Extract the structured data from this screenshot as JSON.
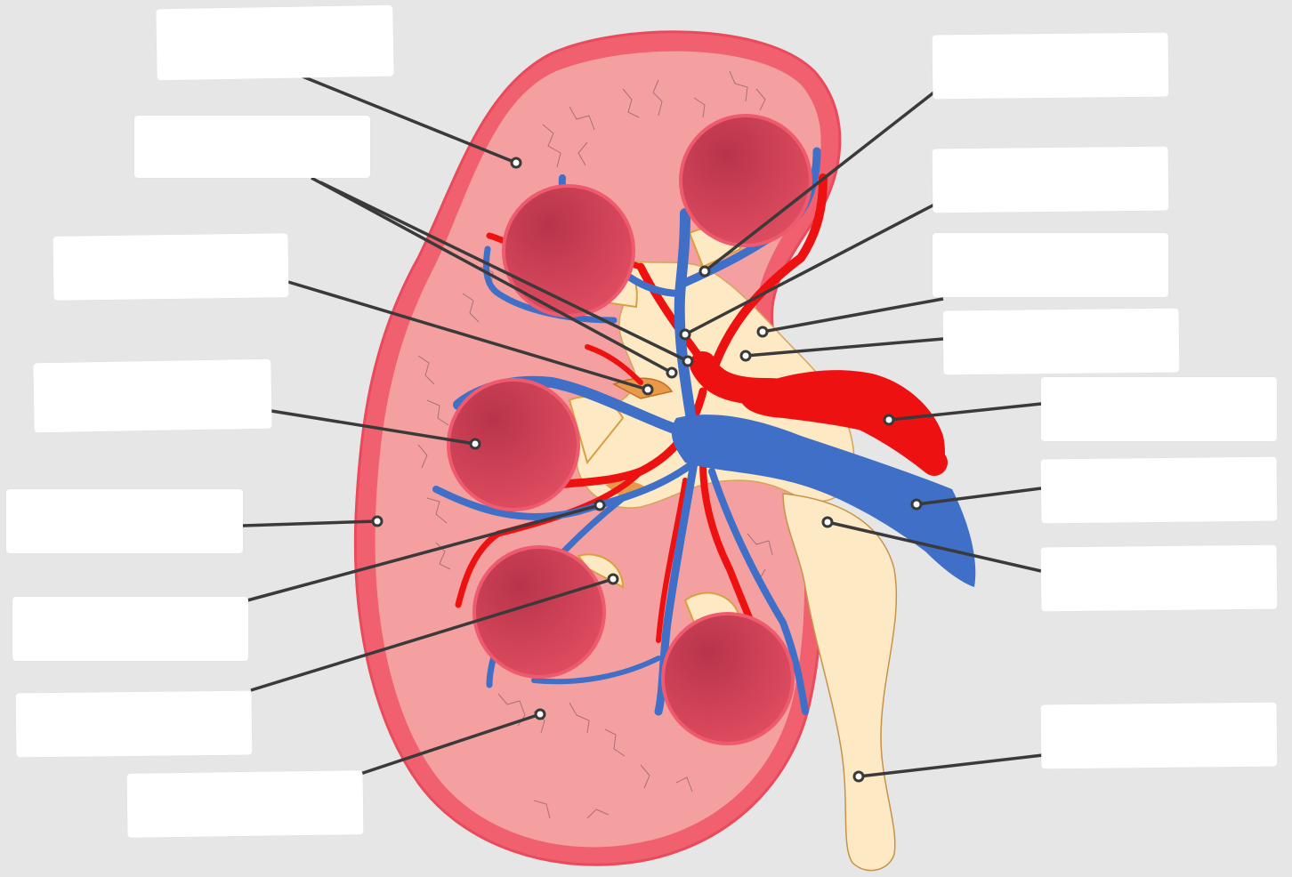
{
  "diagram": {
    "colors": {
      "background": "#e6e6e6",
      "capsule": "#f0606e",
      "cortex": "#f4a0a0",
      "medulla_pyramid": "#d94458",
      "artery": "#ee1111",
      "vein": "#3f6fc6",
      "pelvis_ureter": "#fde9c4",
      "calyx": "#e89a4a",
      "leader_line": "#3a3a3a",
      "label_box": "#ffffff"
    },
    "labels": [
      {
        "id": "L1",
        "text": ""
      },
      {
        "id": "L2",
        "text": ""
      },
      {
        "id": "L3",
        "text": ""
      },
      {
        "id": "L4",
        "text": ""
      },
      {
        "id": "L5",
        "text": ""
      },
      {
        "id": "L6",
        "text": ""
      },
      {
        "id": "L7",
        "text": ""
      },
      {
        "id": "L8",
        "text": ""
      },
      {
        "id": "R1",
        "text": ""
      },
      {
        "id": "R2",
        "text": ""
      },
      {
        "id": "R3",
        "text": ""
      },
      {
        "id": "R4",
        "text": ""
      },
      {
        "id": "R5",
        "text": ""
      },
      {
        "id": "R6",
        "text": ""
      },
      {
        "id": "R7",
        "text": ""
      },
      {
        "id": "R8",
        "text": ""
      }
    ]
  }
}
